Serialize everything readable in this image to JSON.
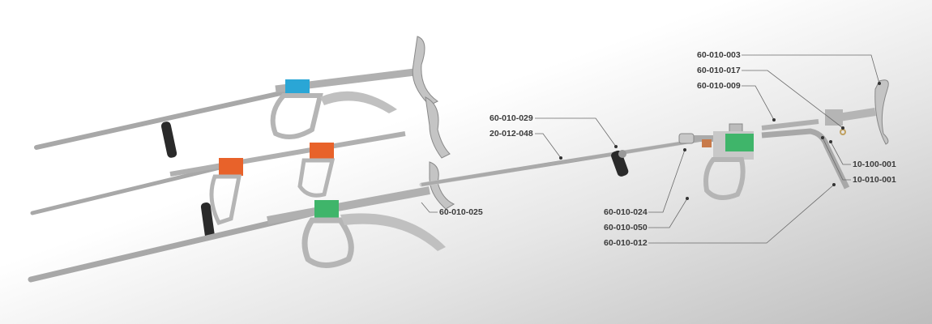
{
  "part_labels": {
    "p1": "60-010-003",
    "p2": "60-010-017",
    "p3": "60-010-009",
    "p4": "60-010-029",
    "p5": "20-012-048",
    "p6": "60-010-025",
    "p7": "60-010-024",
    "p8": "60-010-050",
    "p9": "60-010-012",
    "p10": "10-100-001",
    "p11": "10-010-001"
  },
  "colors": {
    "label_blue": "#2aa6d6",
    "label_orange": "#e8622a",
    "label_green": "#3fb56a",
    "metal": "#b8b8b8",
    "grip": "#2a2a2a",
    "leader": "#6a6a6a"
  }
}
